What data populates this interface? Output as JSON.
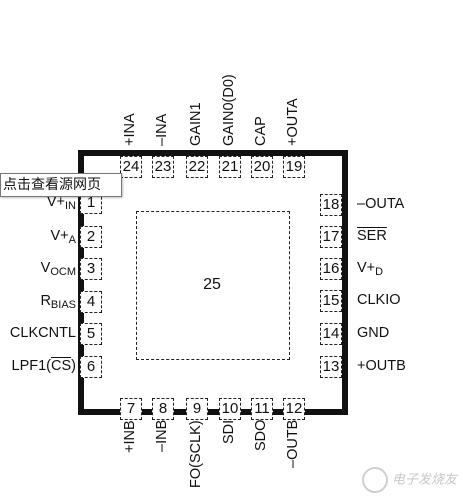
{
  "center_pad": "25",
  "tooltip": "点击查看源网页",
  "watermark": "电子发烧友",
  "pins": [
    {
      "num": "1",
      "side": "left",
      "label": "V+IN"
    },
    {
      "num": "2",
      "side": "left",
      "label": "V+A"
    },
    {
      "num": "3",
      "side": "left",
      "label": "VOCM"
    },
    {
      "num": "4",
      "side": "left",
      "label": "RBIAS"
    },
    {
      "num": "5",
      "side": "left",
      "label": "CLKCNTL"
    },
    {
      "num": "6",
      "side": "left",
      "label": "LPF1(CS)"
    },
    {
      "num": "7",
      "side": "bottom",
      "label": "+INB"
    },
    {
      "num": "8",
      "side": "bottom",
      "label": "–INB"
    },
    {
      "num": "9",
      "side": "bottom",
      "label": "FO(SCLK)"
    },
    {
      "num": "10",
      "side": "bottom",
      "label": "SDI"
    },
    {
      "num": "11",
      "side": "bottom",
      "label": "SDO"
    },
    {
      "num": "12",
      "side": "bottom",
      "label": "–OUTB"
    },
    {
      "num": "13",
      "side": "right",
      "label": "+OUTB"
    },
    {
      "num": "14",
      "side": "right",
      "label": "GND"
    },
    {
      "num": "15",
      "side": "right",
      "label": "CLKIO"
    },
    {
      "num": "16",
      "side": "right",
      "label": "V+D"
    },
    {
      "num": "17",
      "side": "right",
      "label": "SER"
    },
    {
      "num": "18",
      "side": "right",
      "label": "–OUTA"
    },
    {
      "num": "19",
      "side": "top",
      "label": "+OUTA"
    },
    {
      "num": "20",
      "side": "top",
      "label": "CAP"
    },
    {
      "num": "21",
      "side": "top",
      "label": "GAIN0(D0)"
    },
    {
      "num": "22",
      "side": "top",
      "label": "GAIN1"
    },
    {
      "num": "23",
      "side": "top",
      "label": "–INA"
    },
    {
      "num": "24",
      "side": "top",
      "label": "+INA"
    }
  ]
}
